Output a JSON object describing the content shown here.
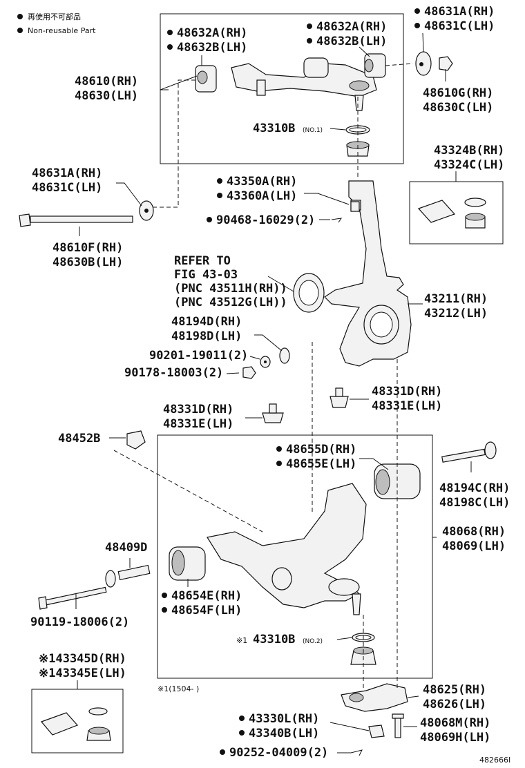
{
  "legend": {
    "line1": "再使用不可部品",
    "line2": "Non-reusable Part"
  },
  "diagram_code": "482666I",
  "footnote": "※1(1504-     )",
  "labels": {
    "p48632A_l": "48632A(RH)",
    "p48632B_l": "48632B(LH)",
    "p48632A_r": "48632A(RH)",
    "p48632B_r": "48632B(LH)",
    "p48631A_t": "48631A(RH)",
    "p48631C_t": "48631C(LH)",
    "p48610": "48610(RH)",
    "p48630": "48630(LH)",
    "p48610G": "48610G(RH)",
    "p48630C": "48630C(LH)",
    "p43310B1": "43310B",
    "p43310B1_note": "(NO.1)",
    "p43324B": "43324B(RH)",
    "p43324C": "43324C(LH)",
    "p48631A_l": "48631A(RH)",
    "p48631C_l": "48631C(LH)",
    "p43350A": "43350A(RH)",
    "p43360A": "43360A(LH)",
    "p90468": "90468-16029(2)",
    "p48610F": "48610F(RH)",
    "p48630B": "48630B(LH)",
    "refer1": "REFER TO",
    "refer2": "FIG 43-03",
    "refer3": "(PNC 43511H(RH))",
    "refer4": "(PNC 43512G(LH))",
    "p43211": "43211(RH)",
    "p43212": "43212(LH)",
    "p48194D": "48194D(RH)",
    "p48198D": "48198D(LH)",
    "p90201": "90201-19011(2)",
    "p90178": "90178-18003(2)",
    "p48331D_r": "48331D(RH)",
    "p48331E_r": "48331E(LH)",
    "p48331D_l": "48331D(RH)",
    "p48331E_l": "48331E(LH)",
    "p48452B": "48452B",
    "p48655D": "48655D(RH)",
    "p48655E": "48655E(LH)",
    "p48194C": "48194C(RH)",
    "p48198C": "48198C(LH)",
    "p48068": "48068(RH)",
    "p48069": "48069(LH)",
    "p48409D": "48409D",
    "p48654E": "48654E(RH)",
    "p48654F": "48654F(LH)",
    "p90119": "90119-18006(2)",
    "p43310B2_mark": "※1",
    "p43310B2": "43310B",
    "p43310B2_note": "(NO.2)",
    "p43345D": "※143345D(RH)",
    "p43345E": "※143345E(LH)",
    "p48625": "48625(RH)",
    "p48626": "48626(LH)",
    "p43330L": "43330L(RH)",
    "p43340B": "43340B(LH)",
    "p48068M": "48068M(RH)",
    "p48069H": "48069H(LH)",
    "p90252": "90252-04009(2)"
  }
}
